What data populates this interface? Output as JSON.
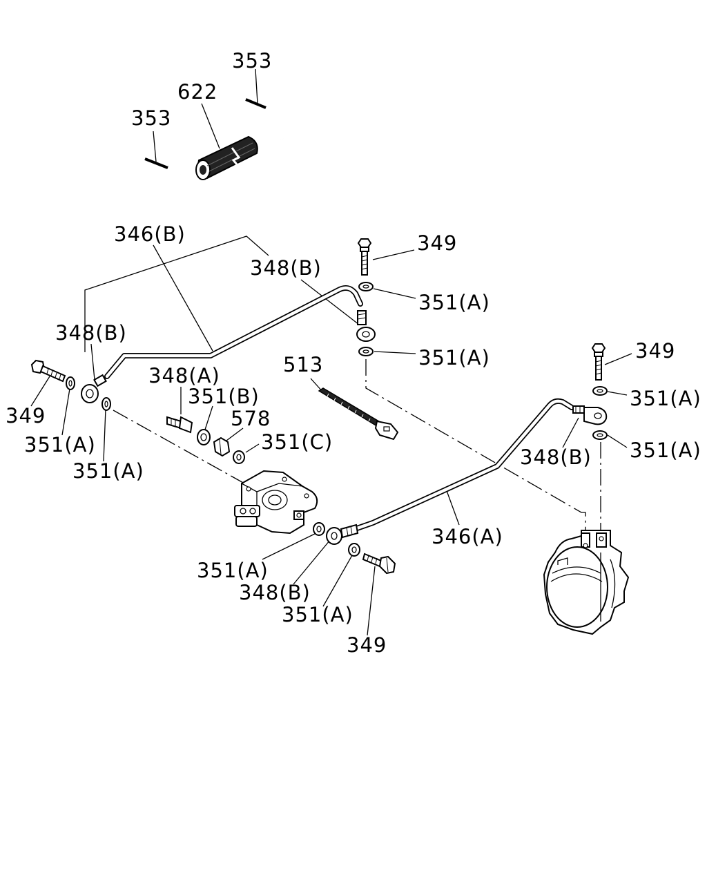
{
  "diagram": {
    "labels": {
      "tie_top": "353",
      "boot": "622",
      "tie_left": "353",
      "pipe_b": "346(B)",
      "eye_b_upper": "348(B)",
      "bolt_upper": "349",
      "washer_upper_1": "351(A)",
      "washer_upper_2": "351(A)",
      "eye_b_left": "348(B)",
      "bolt_left": "349",
      "washer_left_1": "351(A)",
      "washer_left_2": "351(A)",
      "connector_a": "348(A)",
      "washer_b": "351(B)",
      "plug": "578",
      "washer_c": "351(C)",
      "clip": "513",
      "bolt_right": "349",
      "washer_right_1": "351(A)",
      "washer_right_2": "351(A)",
      "eye_b_right": "348(B)",
      "pipe_a": "346(A)",
      "washer_lower_1": "351(A)",
      "eye_b_lower": "348(B)",
      "washer_lower_2": "351(A)",
      "bolt_lower": "349"
    }
  }
}
